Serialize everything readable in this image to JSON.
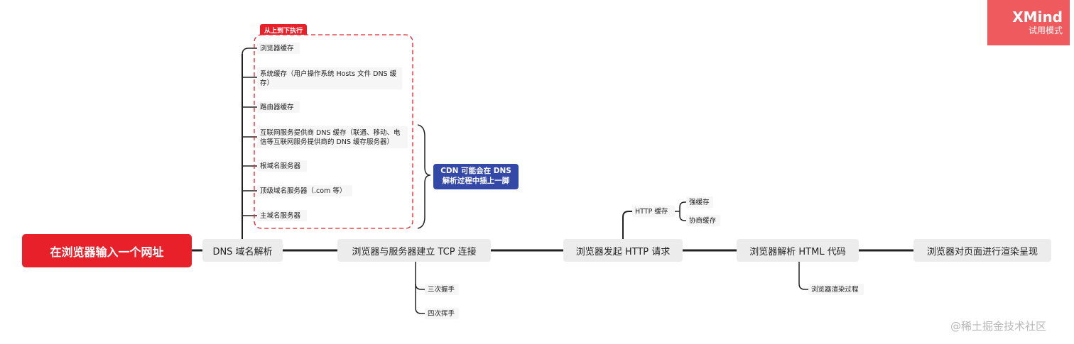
{
  "root": "在浏览器输入一个网址",
  "main_nodes": [
    "DNS 域名解析",
    "浏览器与服务器建立 TCP 连接",
    "浏览器发起 HTTP 请求",
    "浏览器解析 HTML 代码",
    "浏览器对页面进行渲染呈现"
  ],
  "dns": {
    "order_tag": "从上到下执行",
    "items": [
      "浏览器缓存",
      "系统缓存（用户操作系统 Hosts 文件 DNS 缓存）",
      "路由器缓存",
      "互联网服务提供商 DNS 缓存（联通、移动、电信等互联网服务提供商的 DNS 缓存服务器）",
      "根域名服务器",
      "顶级域名服务器（.com 等）",
      "主域名服务器"
    ],
    "callout": "CDN 可能会在 DNS 解析过程中插上一脚"
  },
  "tcp": {
    "items": [
      "三次握手",
      "四次挥手"
    ]
  },
  "http": {
    "cache": "HTTP 缓存",
    "cache_items": [
      "强缓存",
      "协商缓存"
    ]
  },
  "html": {
    "items": [
      "浏览器渲染过程"
    ]
  },
  "xmind": {
    "brand": "XMind",
    "mode": "试用模式"
  },
  "watermark": "@稀土掘金技术社区",
  "colors": {
    "root": "#e8202a",
    "callout": "#3448a8",
    "xmind_badge": "#ef5a5e",
    "line": "#222222"
  }
}
